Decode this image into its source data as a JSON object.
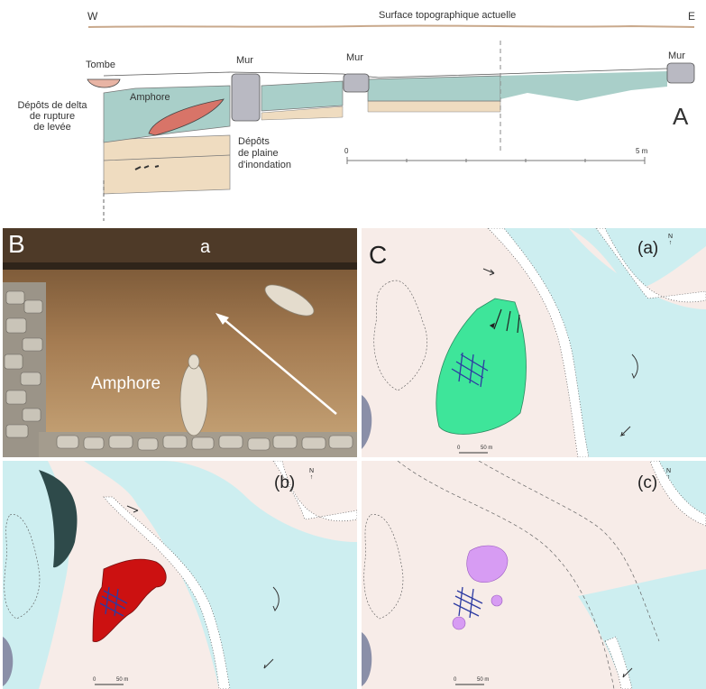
{
  "panelA": {
    "letter": "A",
    "west": "W",
    "east": "E",
    "surface": "Surface topographique actuelle",
    "tombe": "Tombe",
    "mur1": "Mur",
    "mur2": "Mur",
    "mur3": "Mur",
    "amphore": "Amphore",
    "depots_delta": [
      "Dépôts de delta",
      "de rupture",
      "de levée"
    ],
    "depots_plaine": [
      "Dépôts",
      "de plaine",
      "d'inondation"
    ],
    "scale_start": "0",
    "scale_end": "5 m"
  },
  "panelB": {
    "letter": "B",
    "label_a": "a",
    "amphore": "Amphore"
  },
  "panelC": {
    "letter": "C",
    "a_label": "(a)",
    "b_label": "(b)",
    "c_label": "(c)",
    "north": "N",
    "scale_start": "0",
    "scale_end": "50 m"
  },
  "colors": {
    "river": "#cdeef0",
    "land": "#f7ece8",
    "levee_a": "#3ee59a",
    "levee_b": "#cc1111",
    "levee_c": "#d79cf3",
    "water_layer": "#a9cfc9",
    "sand_layer": "#efdcc0",
    "wall": "#b9b9c2",
    "amphora": "#d87468"
  }
}
